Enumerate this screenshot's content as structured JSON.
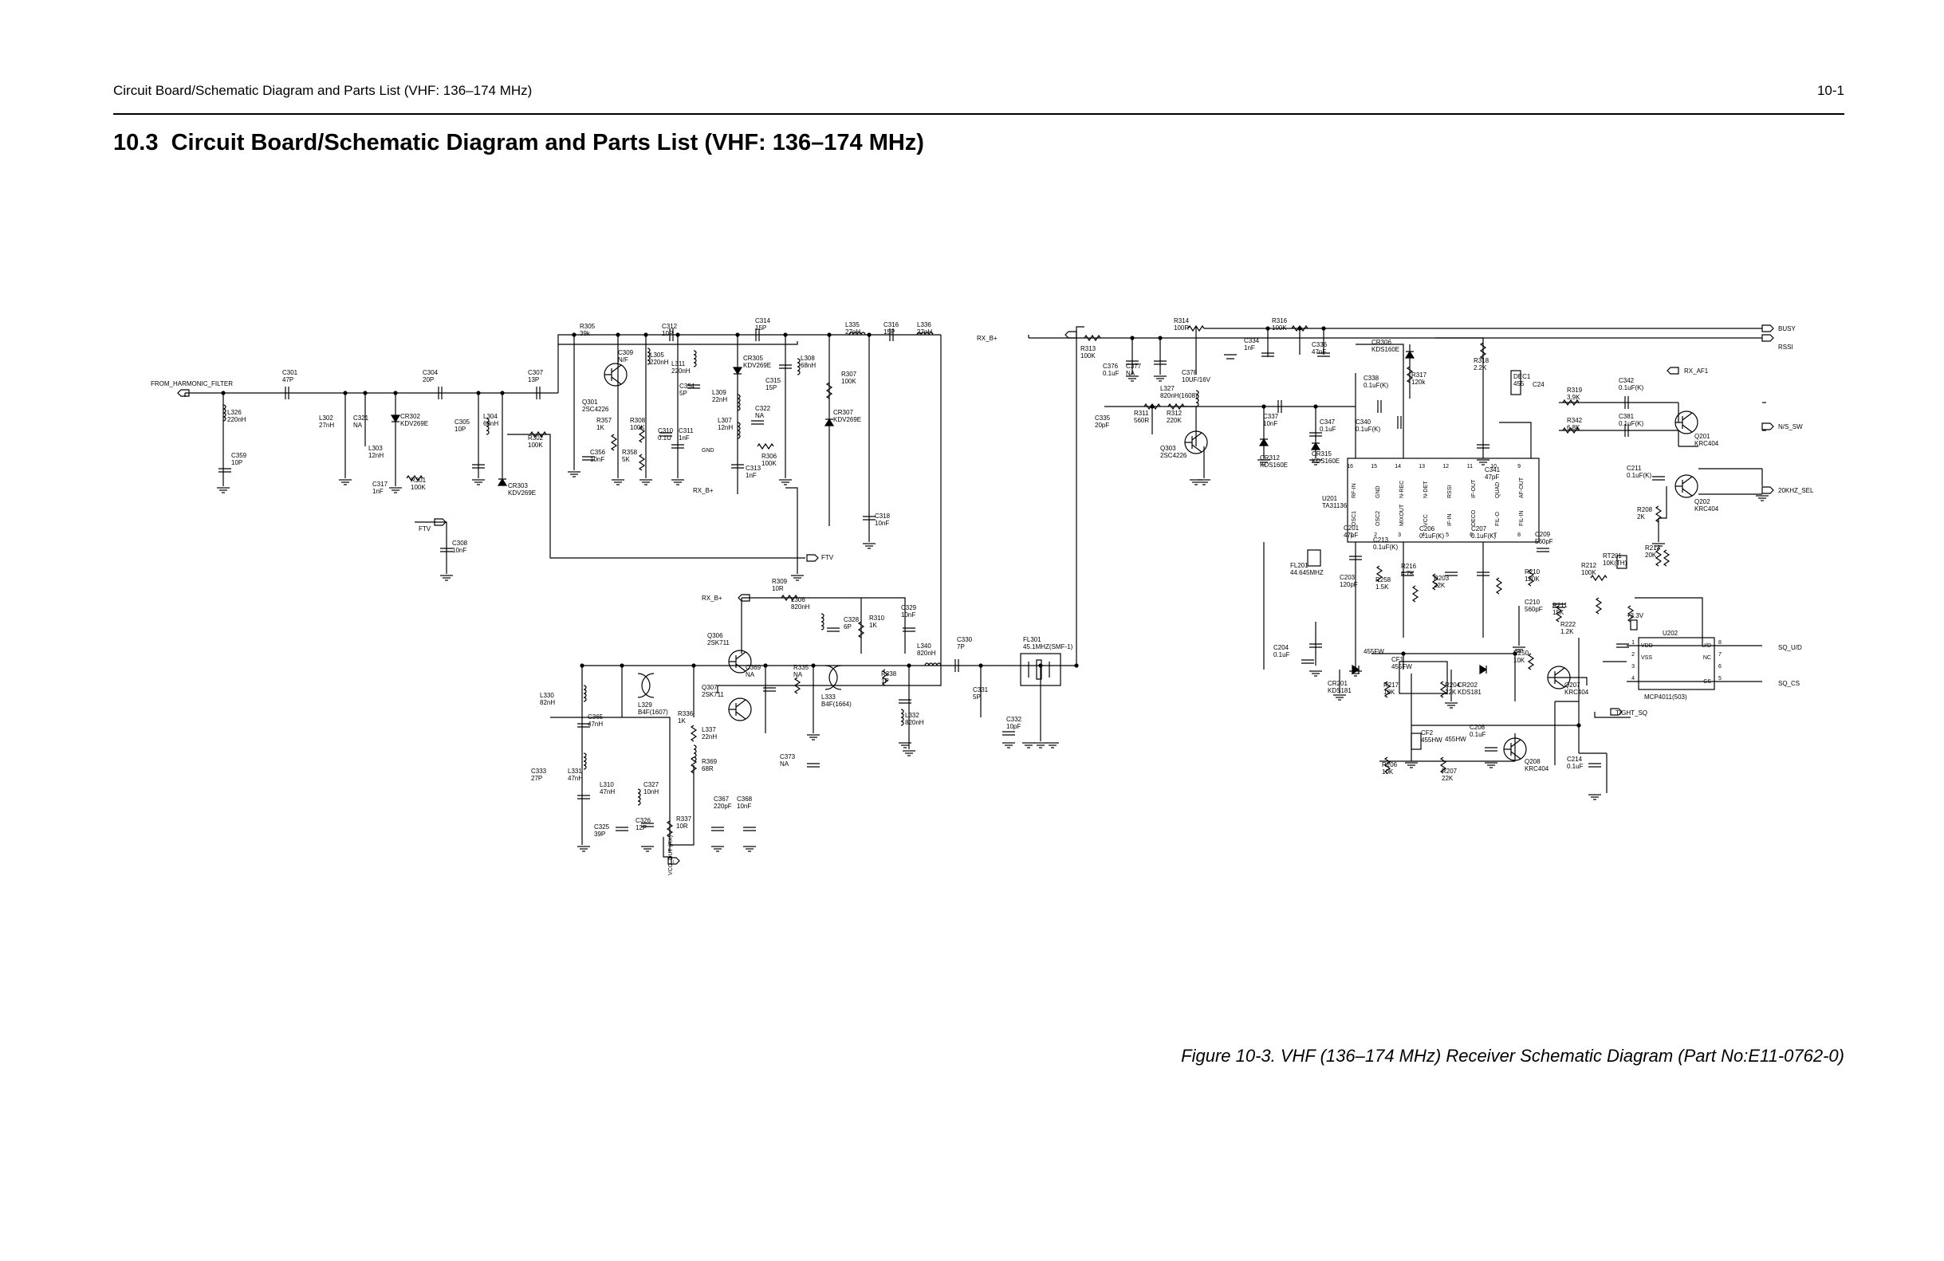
{
  "header": {
    "running_title": "Circuit Board/Schematic Diagram and Parts List (VHF: 136–174 MHz)",
    "page_number": "10-1"
  },
  "section": {
    "number": "10.3",
    "title": "Circuit Board/Schematic Diagram and Parts List (VHF: 136–174 MHz)"
  },
  "figure": {
    "caption": "Figure 10-3. VHF (136–174 MHz) Receiver Schematic Diagram (Part No:E11-0762-0)"
  },
  "signals": {
    "from_harmonic_filter": "FROM_HARMONIC_FILTER",
    "ftv": "FTV",
    "rx_b": "RX_B+",
    "gnd": "GND",
    "vco_out": "VCO_OUT (RX)",
    "busy": "BUSY",
    "rssi": "RSSI",
    "rx_af1": "RX_AF1",
    "ns_sw": "N/S_SW",
    "khz_sel": "20KHZ_SEL",
    "sq_ud": "SQ_U/D",
    "sq_cs": "SQ_CS",
    "tight_sq": "TIGHT_SQ",
    "v33": "+3.3V"
  },
  "components": [
    {
      "ref": "C301",
      "val": "47P"
    },
    {
      "ref": "L326",
      "val": "220nH"
    },
    {
      "ref": "C359",
      "val": "10P"
    },
    {
      "ref": "L302",
      "val": "27nH"
    },
    {
      "ref": "C321",
      "val": "NA"
    },
    {
      "ref": "L303",
      "val": "12nH"
    },
    {
      "ref": "C317",
      "val": "1nF"
    },
    {
      "ref": "R301",
      "val": "100K"
    },
    {
      "ref": "C304",
      "val": "20P"
    },
    {
      "ref": "CR302",
      "val": "KDV269E"
    },
    {
      "ref": "C305",
      "val": "10P"
    },
    {
      "ref": "L304",
      "val": "68nH"
    },
    {
      "ref": "CR303",
      "val": "KDV269E"
    },
    {
      "ref": "C308",
      "val": "10nF"
    },
    {
      "ref": "C307",
      "val": "13P"
    },
    {
      "ref": "R302",
      "val": "100K"
    },
    {
      "ref": "R305",
      "val": "39k"
    },
    {
      "ref": "Q301",
      "val": "2SC4226"
    },
    {
      "ref": "C309",
      "val": "N/F"
    },
    {
      "ref": "L305",
      "val": "220nH"
    },
    {
      "ref": "R357",
      "val": "1K"
    },
    {
      "ref": "R308",
      "val": "100K"
    },
    {
      "ref": "C356",
      "val": "10nF"
    },
    {
      "ref": "R358",
      "val": "5K"
    },
    {
      "ref": "C312",
      "val": "10P"
    },
    {
      "ref": "L311",
      "val": "220nH"
    },
    {
      "ref": "C354",
      "val": "5P"
    },
    {
      "ref": "C310",
      "val": "0.1U"
    },
    {
      "ref": "C311",
      "val": "1nF"
    },
    {
      "ref": "C314",
      "val": "15P"
    },
    {
      "ref": "CR305",
      "val": "KDV269E"
    },
    {
      "ref": "L309",
      "val": "22nH"
    },
    {
      "ref": "L307",
      "val": "12nH"
    },
    {
      "ref": "C322",
      "val": "NA"
    },
    {
      "ref": "C313",
      "val": "1nF"
    },
    {
      "ref": "R306",
      "val": "100K"
    },
    {
      "ref": "C315",
      "val": "15P"
    },
    {
      "ref": "L308",
      "val": "68nH"
    },
    {
      "ref": "L335",
      "val": "27nH"
    },
    {
      "ref": "C316",
      "val": "15P"
    },
    {
      "ref": "L336",
      "val": "27nH"
    },
    {
      "ref": "R307",
      "val": "100K"
    },
    {
      "ref": "CR307",
      "val": "KDV269E"
    },
    {
      "ref": "C318",
      "val": "10nF"
    },
    {
      "ref": "R309",
      "val": "10R"
    },
    {
      "ref": "L306",
      "val": "820nH"
    },
    {
      "ref": "C328",
      "val": "6P"
    },
    {
      "ref": "R310",
      "val": "1K"
    },
    {
      "ref": "C329",
      "val": "10nF"
    },
    {
      "ref": "Q306",
      "val": "2SK711"
    },
    {
      "ref": "Q307",
      "val": "2SK711"
    },
    {
      "ref": "C369",
      "val": "NA"
    },
    {
      "ref": "R335",
      "val": "NA"
    },
    {
      "ref": "L329",
      "val": "B4F(1607)"
    },
    {
      "ref": "L333",
      "val": "B4F(1664)"
    },
    {
      "ref": "R336",
      "val": "1K"
    },
    {
      "ref": "L337",
      "val": "22nH"
    },
    {
      "ref": "R369",
      "val": "68R"
    },
    {
      "ref": "C367",
      "val": "220pF"
    },
    {
      "ref": "C368",
      "val": "10nF"
    },
    {
      "ref": "R337",
      "val": "10R"
    },
    {
      "ref": "C373",
      "val": "NA"
    },
    {
      "ref": "R338",
      "val": "1P"
    },
    {
      "ref": "L332",
      "val": "820nH"
    },
    {
      "ref": "L330",
      "val": "82nH"
    },
    {
      "ref": "C365",
      "val": "47nH"
    },
    {
      "ref": "C333",
      "val": "27P"
    },
    {
      "ref": "L331",
      "val": "47nH"
    },
    {
      "ref": "L310",
      "val": "47nH"
    },
    {
      "ref": "C327",
      "val": "10nH"
    },
    {
      "ref": "C326",
      "val": "12P"
    },
    {
      "ref": "C325",
      "val": "39P"
    },
    {
      "ref": "C330",
      "val": "7P"
    },
    {
      "ref": "L340",
      "val": "820nH"
    },
    {
      "ref": "C331",
      "val": "5P"
    },
    {
      "ref": "FL301",
      "val": "45.1MHZ(SMF-1)"
    },
    {
      "ref": "C332",
      "val": "10pF"
    },
    {
      "ref": "R313",
      "val": "100K"
    },
    {
      "ref": "C376",
      "val": "0.1uF"
    },
    {
      "ref": "C377",
      "val": "NA"
    },
    {
      "ref": "R314",
      "val": "100R"
    },
    {
      "ref": "C378",
      "val": "10UF/16V"
    },
    {
      "ref": "L327",
      "val": "820nH(1608)"
    },
    {
      "ref": "C335",
      "val": "20pF"
    },
    {
      "ref": "R311",
      "val": "560R"
    },
    {
      "ref": "R312",
      "val": "220K"
    },
    {
      "ref": "Q303",
      "val": "2SC4226"
    },
    {
      "ref": "C334",
      "val": "1nF"
    },
    {
      "ref": "R316",
      "val": "100K"
    },
    {
      "ref": "C336",
      "val": "47nF"
    },
    {
      "ref": "CR306",
      "val": "KDS160E"
    },
    {
      "ref": "C338",
      "val": "0.1uF(K)"
    },
    {
      "ref": "R317",
      "val": "120k"
    },
    {
      "ref": "C337",
      "val": "10nF"
    },
    {
      "ref": "C347",
      "val": "0.1uF"
    },
    {
      "ref": "C340",
      "val": "0.1uF(K)"
    },
    {
      "ref": "CR312",
      "val": "KDS160E"
    },
    {
      "ref": "CR315",
      "val": "KDS160E"
    },
    {
      "ref": "R318",
      "val": "2.2K"
    },
    {
      "ref": "DEC1",
      "val": "455"
    },
    {
      "ref": "C24",
      "val": ""
    },
    {
      "ref": "C341",
      "val": "47pF"
    },
    {
      "ref": "R319",
      "val": "3.9K"
    },
    {
      "ref": "R342",
      "val": "6.8K"
    },
    {
      "ref": "C342",
      "val": "0.1uF(K)"
    },
    {
      "ref": "C381",
      "val": "0.1uF(K)"
    },
    {
      "ref": "Q201",
      "val": "KRC404"
    },
    {
      "ref": "Q202",
      "val": "KRC404"
    },
    {
      "ref": "C211",
      "val": "0.1uF(K)"
    },
    {
      "ref": "R208",
      "val": "2K"
    },
    {
      "ref": "U201",
      "val": "TA31136"
    },
    {
      "ref": "C201",
      "val": "47pF"
    },
    {
      "ref": "FL201",
      "val": "44.645MHZ"
    },
    {
      "ref": "C213",
      "val": "0.1uF(K)"
    },
    {
      "ref": "C203",
      "val": "120pF"
    },
    {
      "ref": "R258",
      "val": "1.5K"
    },
    {
      "ref": "C206",
      "val": "0.1uF(K)"
    },
    {
      "ref": "R216",
      "val": "4.7K"
    },
    {
      "ref": "C207",
      "val": "0.1uF(K)"
    },
    {
      "ref": "R203",
      "val": "22K"
    },
    {
      "ref": "C209",
      "val": "560pF"
    },
    {
      "ref": "R210",
      "val": "120K"
    },
    {
      "ref": "C210",
      "val": "560pF"
    },
    {
      "ref": "R211",
      "val": "15K"
    },
    {
      "ref": "R212",
      "val": "100K"
    },
    {
      "ref": "R222",
      "val": "1.2K"
    },
    {
      "ref": "RT201",
      "val": "10K(TH)"
    },
    {
      "ref": "R213",
      "val": "20K"
    },
    {
      "ref": "C204",
      "val": "0.1uF"
    },
    {
      "ref": "CR201",
      "val": "KDS181"
    },
    {
      "ref": "CF1",
      "val": "455FW"
    },
    {
      "ref": "R217",
      "val": "10K"
    },
    {
      "ref": "R204",
      "val": "22K"
    },
    {
      "ref": "CR202",
      "val": "KDS181"
    },
    {
      "ref": "R250",
      "val": "10K"
    },
    {
      "ref": "Q207",
      "val": "KRC404"
    },
    {
      "ref": "CF2",
      "val": "455HW"
    },
    {
      "ref": "C208",
      "val": "0.1uF"
    },
    {
      "ref": "R206",
      "val": "10K"
    },
    {
      "ref": "R207",
      "val": "22K"
    },
    {
      "ref": "Q208",
      "val": "KRC404"
    },
    {
      "ref": "C214",
      "val": "0.1uF"
    },
    {
      "ref": "U202",
      "val": "MCP4011(503)"
    }
  ],
  "u201_pins_top": [
    {
      "num": "16",
      "name": "RF-IN"
    },
    {
      "num": "15",
      "name": "GND"
    },
    {
      "num": "14",
      "name": "N-REC"
    },
    {
      "num": "13",
      "name": "N-DET"
    },
    {
      "num": "12",
      "name": "RSSI"
    },
    {
      "num": "11",
      "name": "IF-OUT"
    },
    {
      "num": "10",
      "name": "QUAD"
    },
    {
      "num": "9",
      "name": "AF-OUT"
    }
  ],
  "u201_pins_bottom": [
    {
      "num": "1",
      "name": "OSC1"
    },
    {
      "num": "2",
      "name": "OSC2"
    },
    {
      "num": "3",
      "name": "MIXOUT"
    },
    {
      "num": "4",
      "name": "VCC"
    },
    {
      "num": "5",
      "name": "IF-IN"
    },
    {
      "num": "6",
      "name": "DECO"
    },
    {
      "num": "7",
      "name": "FIL-O"
    },
    {
      "num": "8",
      "name": "FIL-IN"
    }
  ],
  "u202_pins": [
    {
      "num": "1",
      "name": "VDD"
    },
    {
      "num": "2",
      "name": "VSS"
    },
    {
      "num": "3",
      "name": ""
    },
    {
      "num": "4",
      "name": ""
    },
    {
      "num": "5",
      "name": "CS"
    },
    {
      "num": "6",
      "name": ""
    },
    {
      "num": "7",
      "name": "NC"
    },
    {
      "num": "8",
      "name": "U/D"
    }
  ]
}
